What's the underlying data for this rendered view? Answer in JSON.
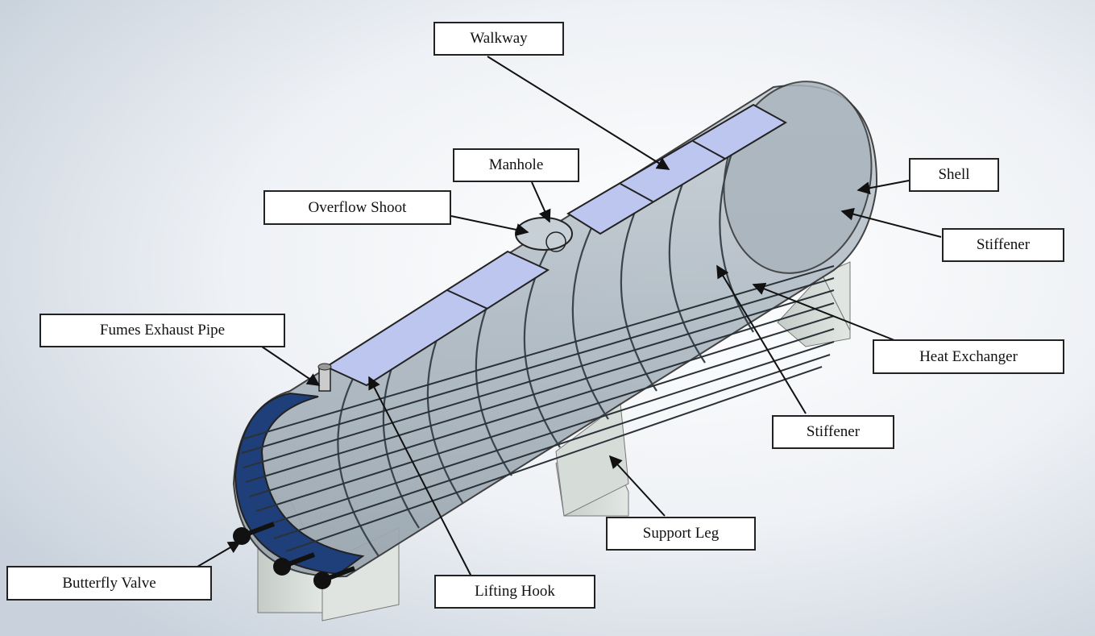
{
  "labels": {
    "walkway": "Walkway",
    "manhole": "Manhole",
    "overflow_shoot": "Overflow Shoot",
    "shell": "Shell",
    "stiffener_top": "Stiffener",
    "fumes_exhaust_pipe": "Fumes Exhaust Pipe",
    "heat_exchanger": "Heat Exchanger",
    "stiffener_bottom": "Stiffener",
    "support_leg": "Support Leg",
    "butterfly_valve": "Butterfly Valve",
    "lifting_hook": "Lifting Hook"
  },
  "colors": {
    "background_light": "#ffffff",
    "background_shade": "#cdd6e0",
    "tank_body": "#b9c3cc",
    "tank_dark": "#55606a",
    "end_cap": "#1f3f7a",
    "walkway_plate": "#bcc6ee",
    "leg": "#d2d8d4",
    "line": "#1a1a1a"
  }
}
